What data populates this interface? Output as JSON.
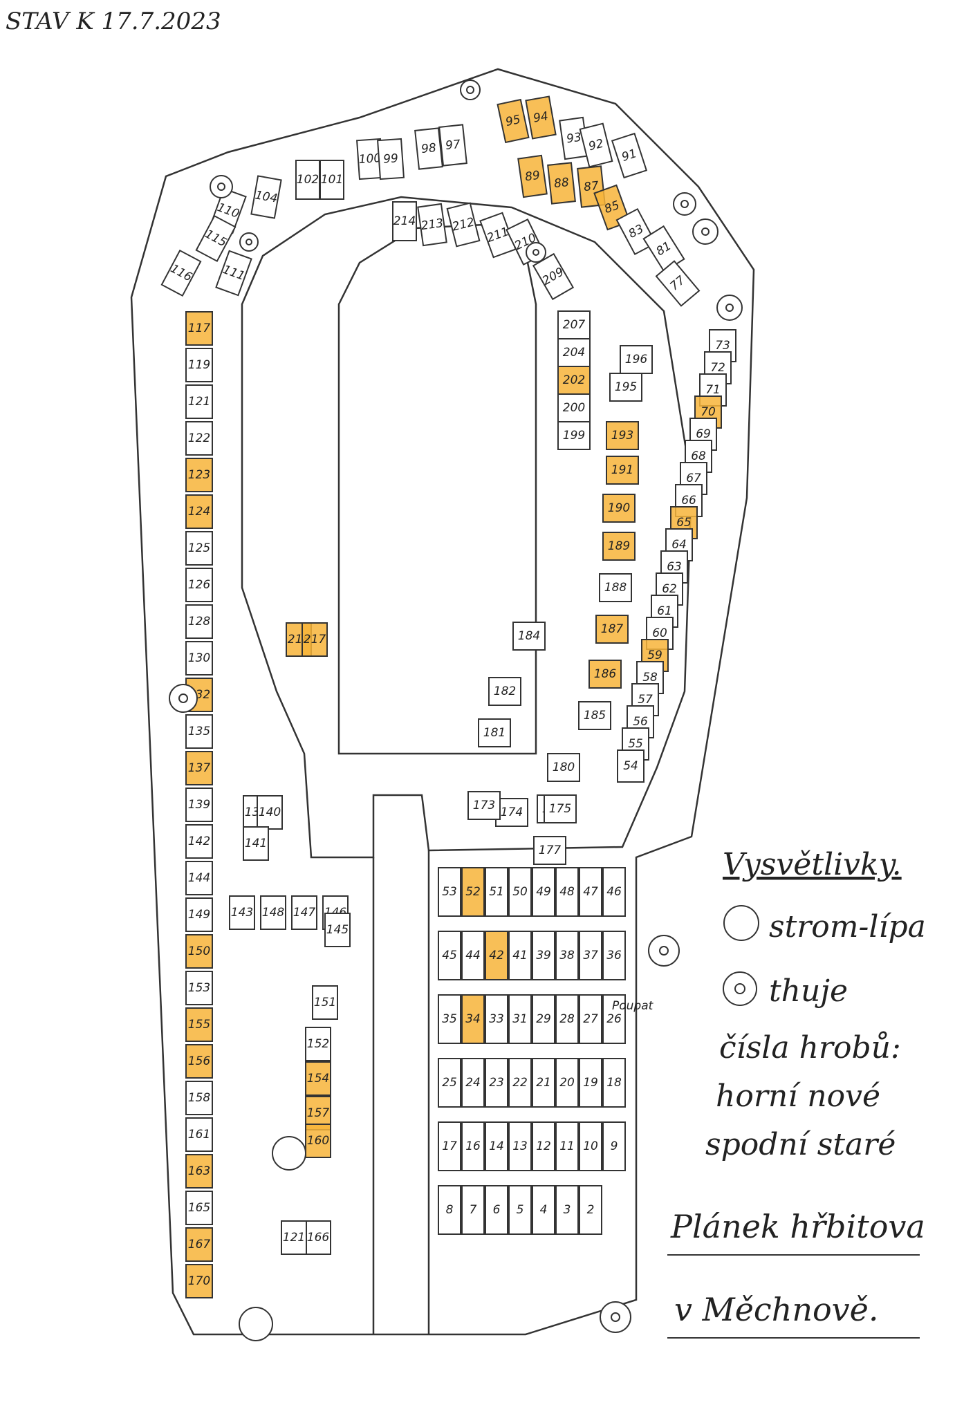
{
  "header": {
    "status_note": "STAV K 17.7.2023"
  },
  "legend": {
    "title": "Vysvětlivky.",
    "circle_label": "strom-lípa",
    "thuja_label": "thuje",
    "numbers_line1": "čísla hrobů:",
    "numbers_line2": "horní nové",
    "numbers_line3": "spodní staré"
  },
  "caption": {
    "line1": "Plánek hřbitova",
    "line2": "v Měchnově."
  },
  "annotations": {
    "poupat": "Poupat"
  },
  "colors": {
    "highlight": "#f7b43a",
    "ink": "#333333"
  },
  "plots": {
    "upper_ring": [
      "95",
      "94",
      "93",
      "92",
      "91",
      "89",
      "88",
      "87",
      "85",
      "83",
      "81",
      "77",
      "100",
      "99",
      "98",
      "97",
      "102",
      "101",
      "104",
      "110",
      "115",
      "111",
      "116",
      "214",
      "213",
      "212",
      "211",
      "210",
      "209"
    ],
    "left_column": [
      "117",
      "119",
      "121",
      "122",
      "123",
      "124",
      "125",
      "126",
      "128",
      "130",
      "132",
      "135",
      "137",
      "139",
      "142",
      "144",
      "149",
      "150",
      "153",
      "155",
      "156",
      "158",
      "161",
      "163",
      "165",
      "167",
      "170"
    ],
    "inner_left": [
      "218",
      "217",
      "133",
      "140",
      "141",
      "143",
      "148",
      "147",
      "146",
      "145",
      "151",
      "152",
      "154",
      "157",
      "160",
      "166",
      "121"
    ],
    "inner_right": [
      "207",
      "204",
      "202",
      "200",
      "199",
      "196",
      "195",
      "193",
      "191",
      "190",
      "189",
      "188",
      "187",
      "186",
      "185",
      "184",
      "182",
      "181",
      "180",
      "179",
      "177",
      "175",
      "174",
      "173"
    ],
    "right_column": [
      "73",
      "72",
      "71",
      "70",
      "69",
      "68",
      "67",
      "66",
      "65",
      "64",
      "63",
      "62",
      "61",
      "60",
      "59",
      "58",
      "57",
      "56",
      "55",
      "54"
    ],
    "lower_right": [
      "53",
      "52",
      "51",
      "50",
      "49",
      "48",
      "47",
      "46",
      "45",
      "44",
      "42",
      "41",
      "39",
      "38",
      "37",
      "36",
      "35",
      "34",
      "33",
      "31",
      "29",
      "28",
      "27",
      "26",
      "25",
      "24",
      "23",
      "22",
      "21",
      "20",
      "19",
      "18",
      "17",
      "16",
      "14",
      "13",
      "12",
      "11",
      "10",
      "9",
      "8",
      "7",
      "6",
      "5",
      "4",
      "3",
      "2"
    ]
  }
}
